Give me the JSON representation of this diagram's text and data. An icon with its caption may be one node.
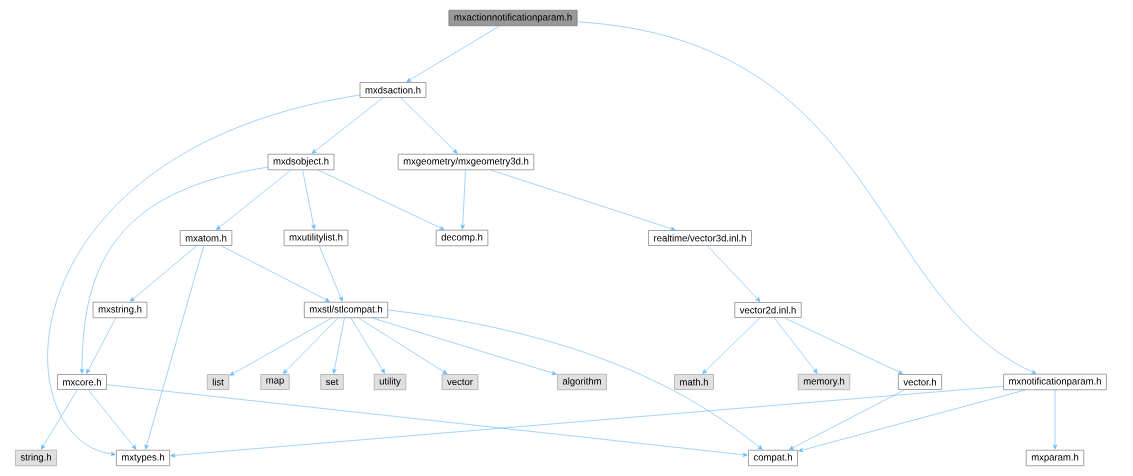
{
  "diagram": {
    "nodes": [
      {
        "text": [
          "mxactionnotificationparam.h"
        ]
      },
      {
        "text": [
          "mxdsaction.h"
        ]
      },
      {
        "text": [
          "mxdsobject.h"
        ]
      },
      {
        "text": [
          "mxgeometry/mxgeometry3d.h"
        ]
      },
      {
        "text": [
          "mxatom.h"
        ]
      },
      {
        "text": [
          "mxutilitylist.h"
        ]
      },
      {
        "text": [
          "decomp.h"
        ]
      },
      {
        "text": [
          "realtime/vector3d.inl.h"
        ]
      },
      {
        "text": [
          "mxstring.h"
        ]
      },
      {
        "text": [
          "mxstl/stlcompat.h"
        ]
      },
      {
        "text": [
          "vector2d.inl.h"
        ]
      },
      {
        "text": [
          "mxcore.h"
        ]
      },
      {
        "text": [
          "list"
        ]
      },
      {
        "text": [
          "map"
        ]
      },
      {
        "text": [
          "set"
        ]
      },
      {
        "text": [
          "utility"
        ]
      },
      {
        "text": [
          "vector"
        ]
      },
      {
        "text": [
          "algorithm"
        ]
      },
      {
        "text": [
          "math.h"
        ]
      },
      {
        "text": [
          "memory.h"
        ]
      },
      {
        "text": [
          "vector.h"
        ]
      },
      {
        "text": [
          "mxnotificationparam.h"
        ]
      },
      {
        "text": [
          "string.h"
        ]
      },
      {
        "text": [
          "mxtypes.h"
        ]
      },
      {
        "text": [
          "compat.h"
        ]
      },
      {
        "text": [
          "mxparam.h"
        ]
      }
    ],
    "edges": [
      {
        "from": 0,
        "to": 1,
        "arrow": "to"
      },
      {
        "from": 0,
        "to": 21,
        "arrow": "to"
      },
      {
        "from": 1,
        "to": 2,
        "arrow": "to"
      },
      {
        "from": 1,
        "to": 3,
        "arrow": "to"
      },
      {
        "from": 1,
        "to": 23,
        "arrow": "to"
      },
      {
        "from": 2,
        "to": 4,
        "arrow": "to"
      },
      {
        "from": 2,
        "to": 5,
        "arrow": "to"
      },
      {
        "from": 2,
        "to": 6,
        "arrow": "to"
      },
      {
        "from": 2,
        "to": 11,
        "arrow": "to"
      },
      {
        "from": 3,
        "to": 6,
        "arrow": "to"
      },
      {
        "from": 3,
        "to": 7,
        "arrow": "to"
      },
      {
        "from": 4,
        "to": 8,
        "arrow": "to"
      },
      {
        "from": 4,
        "to": 9,
        "arrow": "to"
      },
      {
        "from": 4,
        "to": 23,
        "arrow": "to"
      },
      {
        "from": 5,
        "to": 9,
        "arrow": "to"
      },
      {
        "from": 7,
        "to": 10,
        "arrow": "to"
      },
      {
        "from": 8,
        "to": 11,
        "arrow": "to"
      },
      {
        "from": 9,
        "to": 12,
        "arrow": "to"
      },
      {
        "from": 9,
        "to": 13,
        "arrow": "to"
      },
      {
        "from": 9,
        "to": 14,
        "arrow": "to"
      },
      {
        "from": 9,
        "to": 15,
        "arrow": "to"
      },
      {
        "from": 9,
        "to": 16,
        "arrow": "to"
      },
      {
        "from": 9,
        "to": 17,
        "arrow": "to"
      },
      {
        "from": 9,
        "to": 24,
        "arrow": "to"
      },
      {
        "from": 10,
        "to": 18,
        "arrow": "to"
      },
      {
        "from": 10,
        "to": 19,
        "arrow": "to"
      },
      {
        "from": 10,
        "to": 20,
        "arrow": "to"
      },
      {
        "from": 11,
        "to": 22,
        "arrow": "to"
      },
      {
        "from": 11,
        "to": 23,
        "arrow": "to"
      },
      {
        "from": 11,
        "to": 24,
        "arrow": "to"
      },
      {
        "from": 20,
        "to": 24,
        "arrow": "to"
      },
      {
        "from": 21,
        "to": 23,
        "arrow": "to"
      },
      {
        "from": 21,
        "to": 24,
        "arrow": "to"
      },
      {
        "from": 21,
        "to": 25,
        "arrow": "to"
      }
    ]
  }
}
